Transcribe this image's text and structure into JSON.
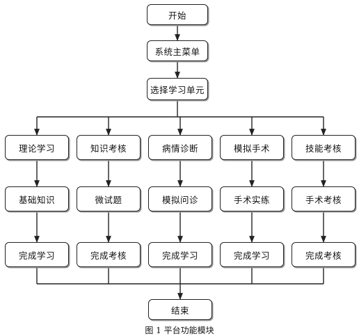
{
  "start": "开始",
  "main_menu": "系统主菜单",
  "select_unit": "选择学习单元",
  "columns": [
    {
      "module": "理论学习",
      "activity": "基础知识",
      "result": "完成学习"
    },
    {
      "module": "知识考核",
      "activity": "微试题",
      "result": "完成考核"
    },
    {
      "module": "病情诊断",
      "activity": "模拟问诊",
      "result": "完成学习"
    },
    {
      "module": "模拟手术",
      "activity": "手术实练",
      "result": "完成学习"
    },
    {
      "module": "技能考核",
      "activity": "手术考核",
      "result": "完成考核"
    }
  ],
  "end": "结束",
  "caption": "图 1 平台功能模块"
}
